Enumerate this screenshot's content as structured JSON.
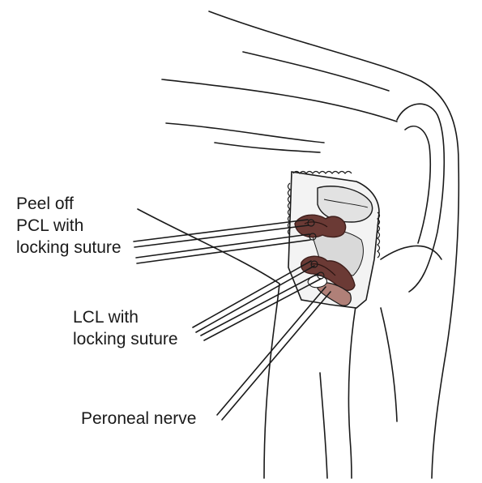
{
  "colors": {
    "ink": "#1a1a1a",
    "ligament": "#6b3a35",
    "ligament_dark": "#3e1e1b",
    "tissue": "#d9d9d9",
    "nerve": "#b08078"
  },
  "labels": {
    "pcl": {
      "line1": "Peel off",
      "line2": "PCL with",
      "line3": "locking suture"
    },
    "lcl": {
      "line1": "LCL with",
      "line2": "locking suture"
    },
    "nerve": {
      "line1": "Peroneal nerve"
    }
  }
}
